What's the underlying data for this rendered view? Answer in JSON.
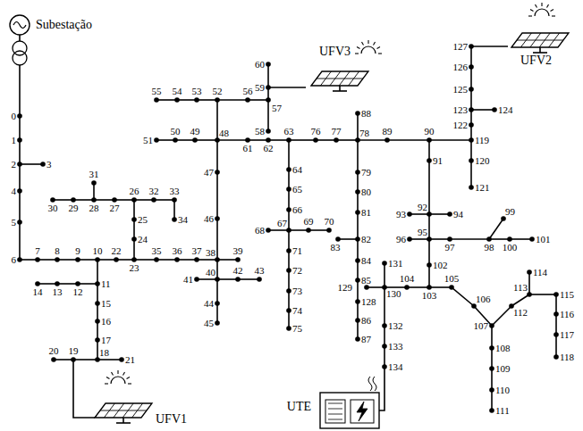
{
  "diagram": {
    "labels": [
      "Subestação",
      "0",
      "1",
      "2",
      "3",
      "4",
      "5",
      "6",
      "7",
      "8",
      "9",
      "10",
      "11",
      "12",
      "13",
      "14",
      "15",
      "16",
      "17",
      "18",
      "19",
      "20",
      "21",
      "22",
      "23",
      "24",
      "25",
      "26",
      "27",
      "28",
      "29",
      "30",
      "31",
      "32",
      "33",
      "34",
      "35",
      "36",
      "37",
      "38",
      "39",
      "40",
      "41",
      "42",
      "43",
      "44",
      "45",
      "46",
      "47",
      "48",
      "49",
      "50",
      "51",
      "52",
      "53",
      "54",
      "55",
      "56",
      "57",
      "58",
      "59",
      "60",
      "61",
      "62",
      "63",
      "64",
      "65",
      "66",
      "67",
      "68",
      "69",
      "70",
      "71",
      "72",
      "73",
      "74",
      "75",
      "76",
      "77",
      "78",
      "79",
      "80",
      "81",
      "82",
      "83",
      "84",
      "85",
      "86",
      "87",
      "88",
      "89",
      "90",
      "91",
      "92",
      "93",
      "94",
      "95",
      "96",
      "97",
      "98",
      "99",
      "100",
      "101",
      "102",
      "103",
      "104",
      "105",
      "106",
      "107",
      "108",
      "109",
      "110",
      "111",
      "112",
      "113",
      "114",
      "115",
      "116",
      "117",
      "118",
      "119",
      "120",
      "121",
      "122",
      "123",
      "124",
      "125",
      "126",
      "127",
      "128",
      "129",
      "130",
      "131",
      "132",
      "133",
      "134",
      "UFV3",
      "UFV2",
      "UFV1",
      "UTE"
    ]
  }
}
